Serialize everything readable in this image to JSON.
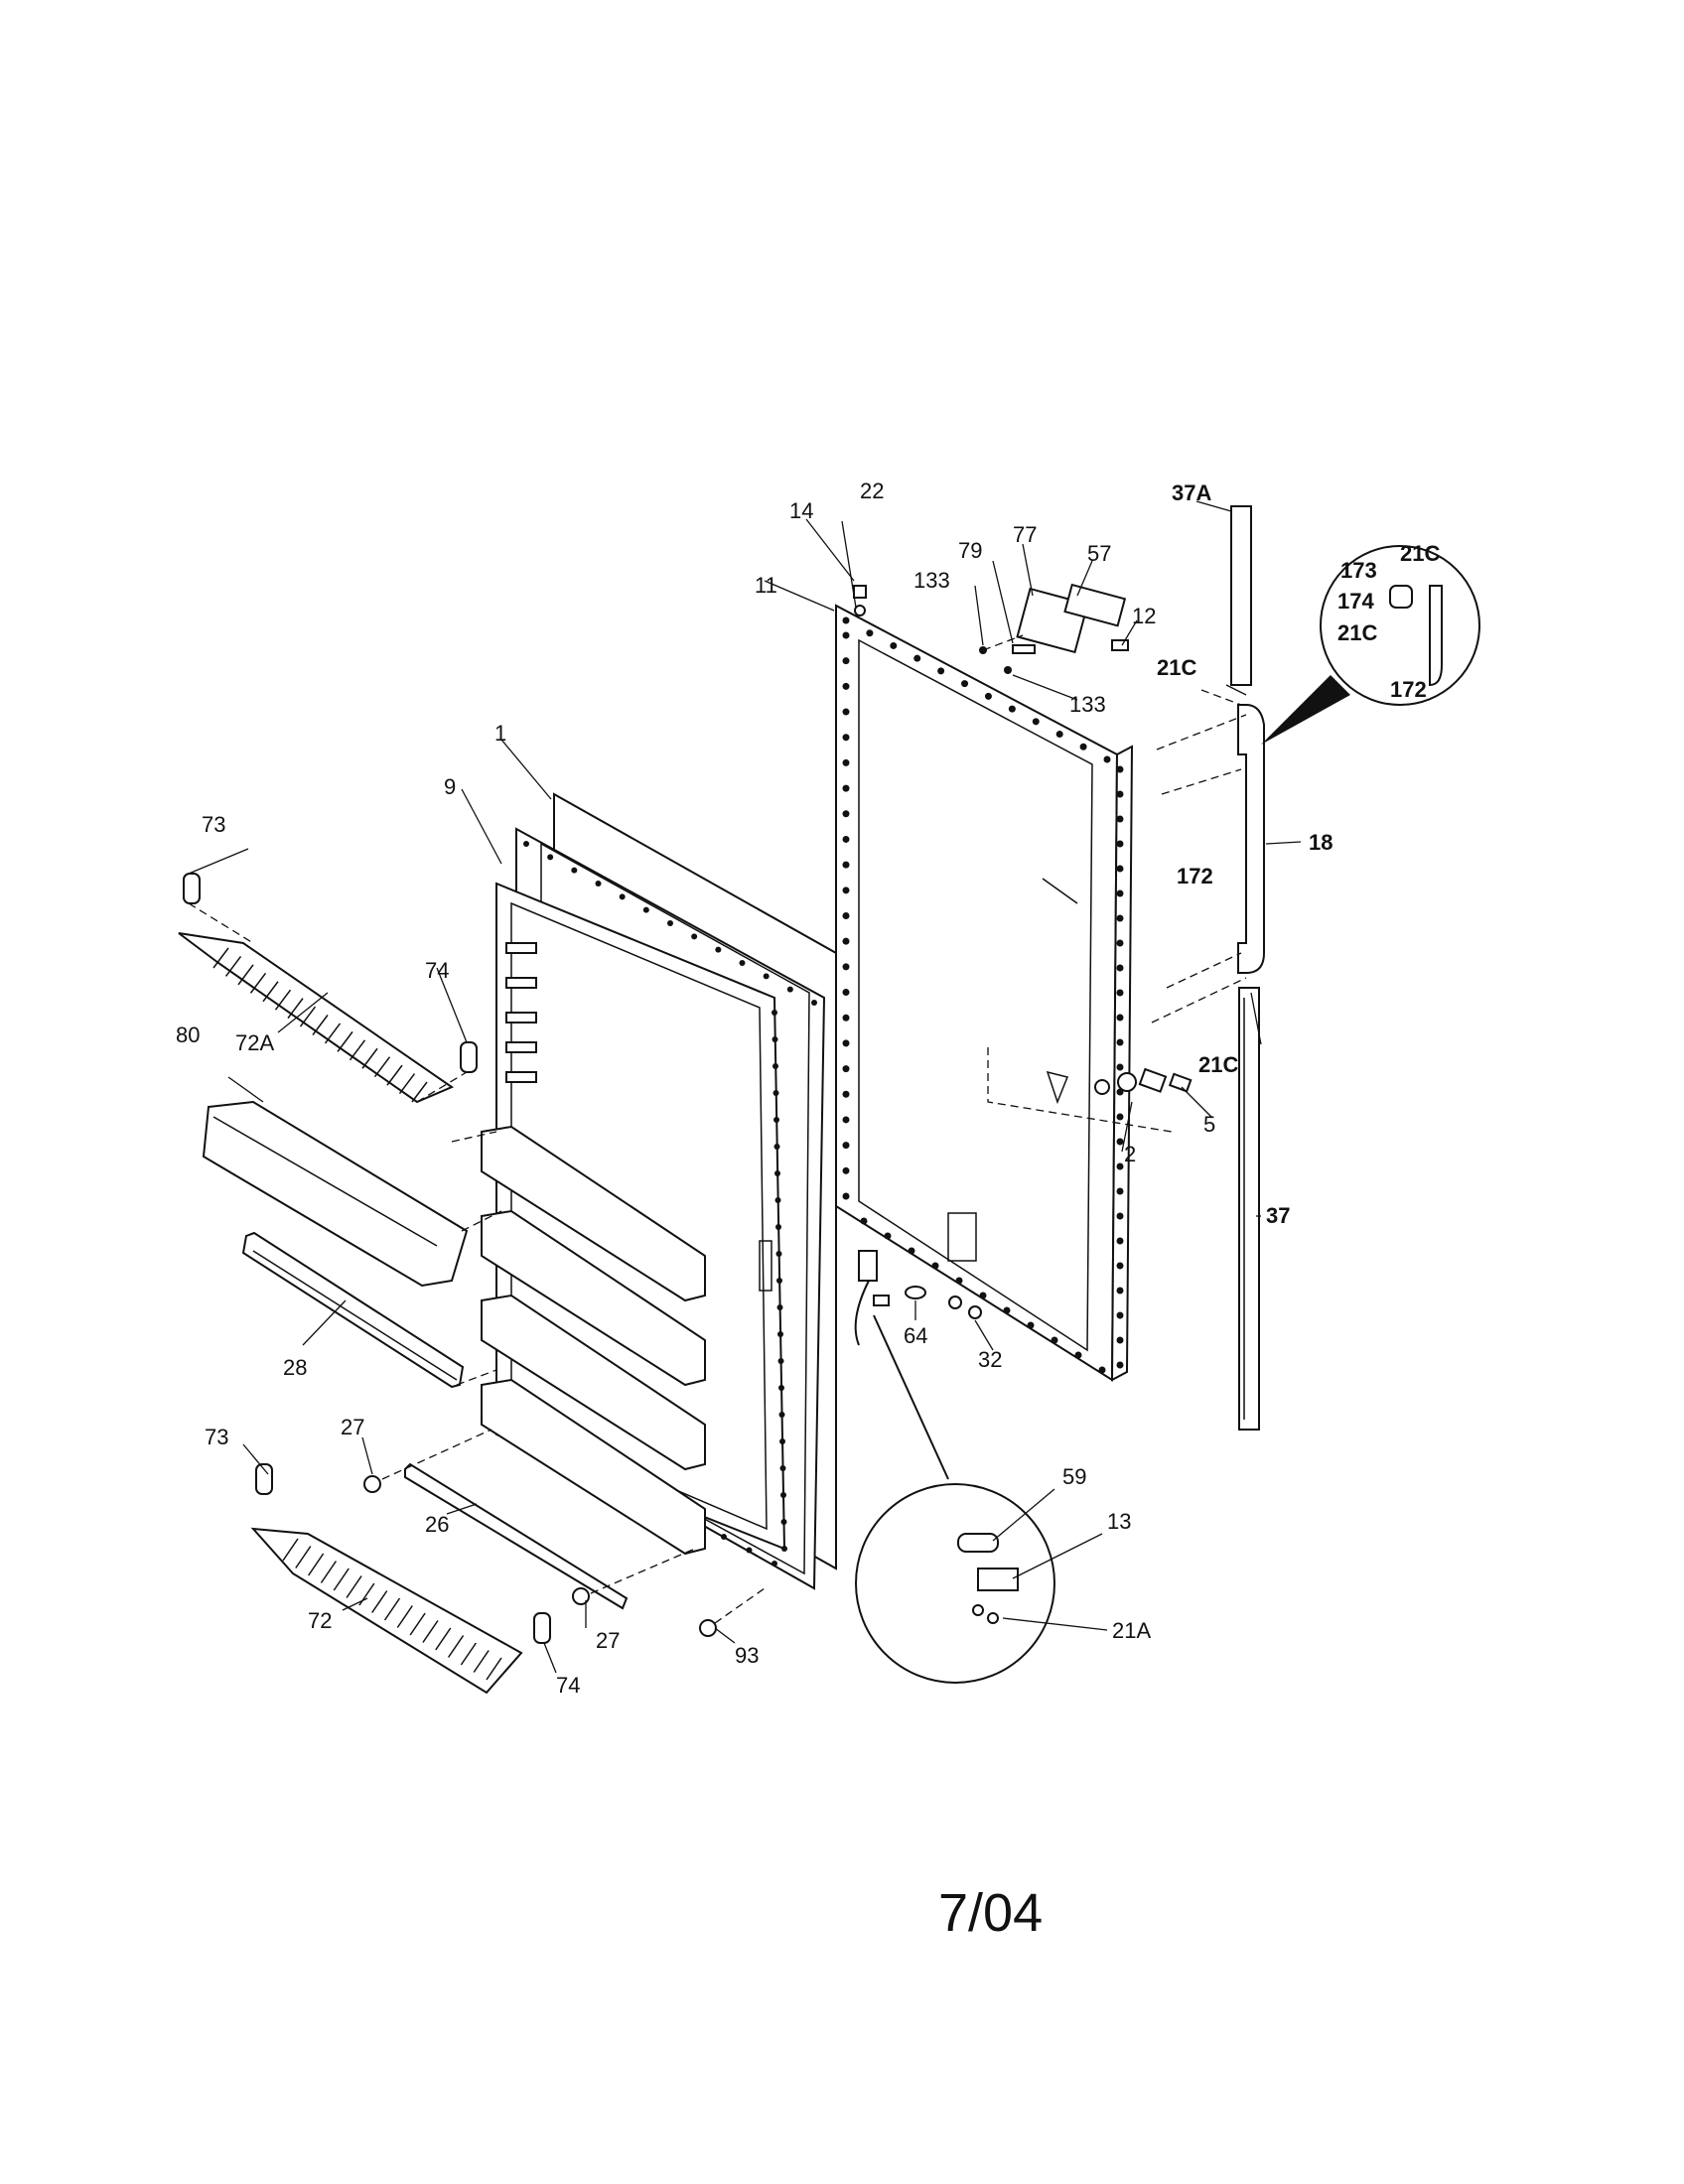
{
  "diagram": {
    "date_code": "7/04",
    "callouts": {
      "c1": "1",
      "c9": "9",
      "c11": "11",
      "c14": "14",
      "c22": "22",
      "c79": "79",
      "c77": "77",
      "c57": "57",
      "c12": "12",
      "c133a": "133",
      "c133b": "133",
      "c37A": "37A",
      "c21C_a": "21C",
      "c173": "173",
      "c174": "174",
      "c21C_b": "21C",
      "c172_a": "172",
      "c21C_c": "21C",
      "c18": "18",
      "c172_b": "172",
      "c21C_d": "21C",
      "c5": "5",
      "c2": "2",
      "c37": "37",
      "c73a": "73",
      "c74a": "74",
      "c80": "80",
      "c72A": "72A",
      "c28": "28",
      "c27a": "27",
      "c73b": "73",
      "c26": "26",
      "c72": "72",
      "c27b": "27",
      "c74b": "74",
      "c93": "93",
      "c64": "64",
      "c32": "32",
      "c59": "59",
      "c13": "13",
      "c21A": "21A"
    }
  }
}
